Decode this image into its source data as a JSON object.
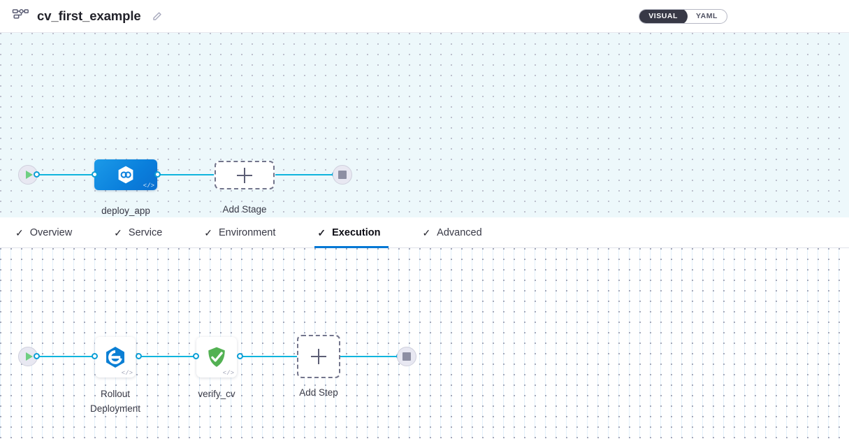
{
  "header": {
    "pipeline_icon": "pipeline-diagram-icon",
    "title": "cv_first_example",
    "edit_icon": "pencil-edit-icon",
    "view_toggle": {
      "options": [
        "VISUAL",
        "YAML"
      ],
      "selected": "VISUAL"
    }
  },
  "stage_canvas": {
    "start_node": {
      "name": "pipeline-start",
      "icon": "play-icon"
    },
    "end_node": {
      "name": "pipeline-end",
      "icon": "stop-icon"
    },
    "stages": [
      {
        "id": "deploy_app",
        "label": "deploy_app",
        "icon": "harness-cd-hexagon-icon",
        "badge": "</>",
        "selected": true
      }
    ],
    "add_stage": {
      "label": "Add Stage",
      "icon": "plus-icon"
    }
  },
  "tabs": {
    "items": [
      {
        "label": "Overview",
        "check": "✓",
        "active": false
      },
      {
        "label": "Service",
        "check": "✓",
        "active": false
      },
      {
        "label": "Environment",
        "check": "✓",
        "active": false
      },
      {
        "label": "Execution",
        "check": "✓",
        "active": true
      },
      {
        "label": "Advanced",
        "check": "✓",
        "active": false
      }
    ]
  },
  "step_canvas": {
    "start_node": {
      "name": "execution-start",
      "icon": "play-icon"
    },
    "end_node": {
      "name": "execution-end",
      "icon": "stop-icon"
    },
    "steps": [
      {
        "id": "rollout_deployment",
        "label": "Rollout\nDeployment",
        "icon": "rollout-deployment-icon",
        "badge": "</>"
      },
      {
        "id": "verify_cv",
        "label": "verify_cv",
        "icon": "green-shield-check-icon",
        "badge": "</>"
      }
    ],
    "add_step": {
      "label": "Add Step",
      "icon": "plus-icon"
    }
  },
  "colors": {
    "accent_blue": "#0278d5",
    "link_blue": "#10b5dd",
    "stage_blue": "#0a7fdc",
    "verify_green": "#4caf50",
    "toggle_dark": "#383946",
    "stage_canvas_bg": "#edf8fb",
    "step_canvas_bg": "#ffffff"
  }
}
